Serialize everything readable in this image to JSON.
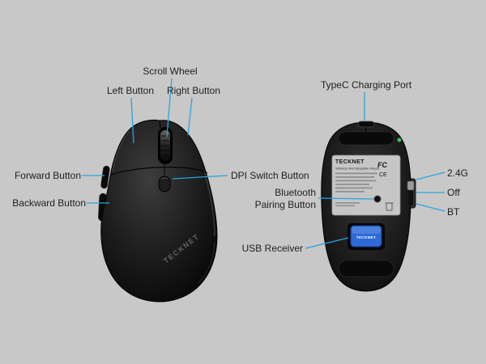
{
  "colors": {
    "background": "#c8c8c8",
    "accent_callout": "#2ba3dc",
    "mouse_body": "#141414",
    "receiver_blue": "#2e6ad8",
    "led_green": "#44c158"
  },
  "callouts": {
    "scroll_wheel": "Scroll Wheel",
    "left_button": "Left Button",
    "right_button": "Right Button",
    "forward_button": "Forward Button",
    "backward_button": "Backward Button",
    "dpi_switch_button": "DPI Switch Button",
    "typec_charging_port": "TypeC Charging Port",
    "bluetooth_line1": "Bluetooth",
    "bluetooth_line2": "Pairing Button",
    "usb_receiver": "USB Receiver",
    "mode_24g": "2.4G",
    "mode_off": "Off",
    "mode_bt": "BT"
  },
  "top_mouse": {
    "brand": "TECKNET"
  },
  "bottom_mouse": {
    "sticker_brand": "TECKNET",
    "sticker_title": "Wireless Rechargeable Mouse",
    "fcc_mark": "FC",
    "ce_mark": "CE",
    "receiver_label": "TECKNET"
  }
}
